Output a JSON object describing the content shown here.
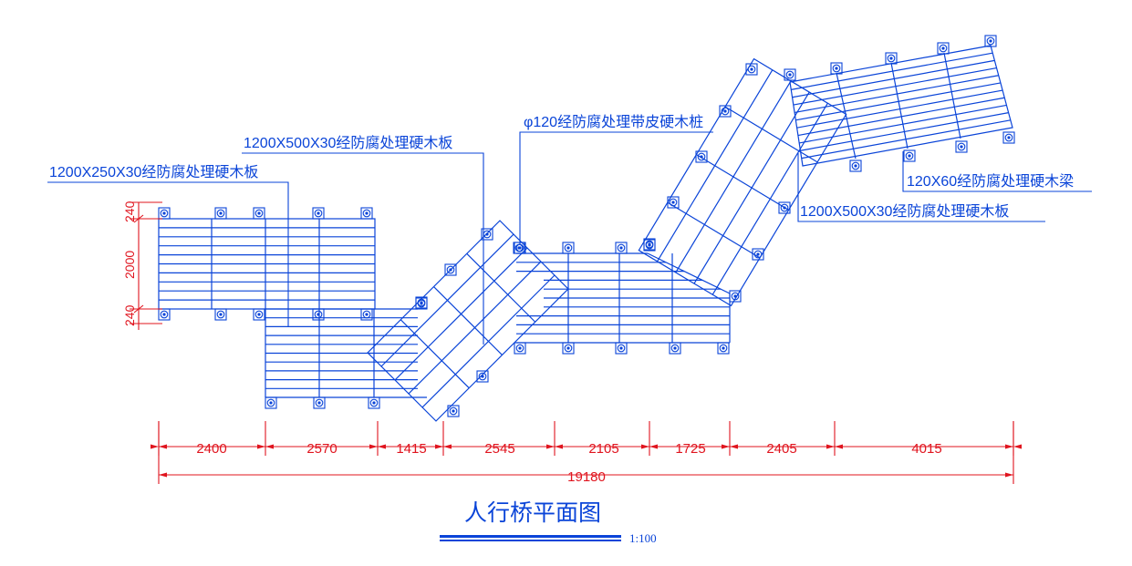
{
  "title": "人行桥平面图",
  "scale": "1:100",
  "labels": {
    "plank_250": "1200X250X30经防腐处理硬木板",
    "plank_500_left": "1200X500X30经防腐处理硬木板",
    "pile": "φ120经防腐处理带皮硬木桩",
    "beam": "120X60经防腐处理硬木梁",
    "plank_500_right": "1200X500X30经防腐处理硬木板"
  },
  "dimensions": {
    "horizontal": [
      "2400",
      "2570",
      "1415",
      "2545",
      "2105",
      "1725",
      "2405",
      "4015"
    ],
    "total": "19180",
    "vertical": [
      "240",
      "2000",
      "240"
    ]
  },
  "colors": {
    "structure": "#0a44d8",
    "dimension": "#e0141e",
    "leader": "#0a44d8",
    "scale_bar": "#0a44d8"
  }
}
